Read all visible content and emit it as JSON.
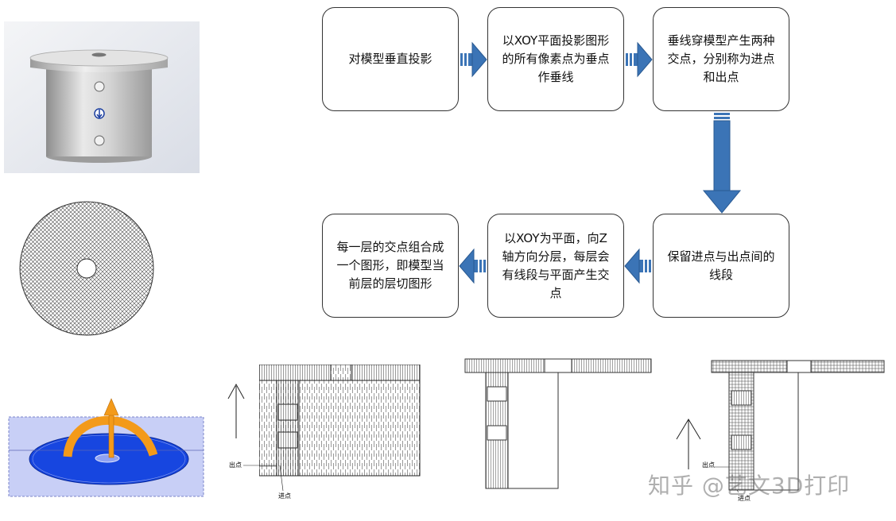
{
  "flow": {
    "step1": "对模型垂直投影",
    "step2": "以XOY平面投影图形\n的所有像素点为垂点\n作垂线",
    "step3": "垂线穿模型产生两种\n交点，分别称为进点\n和出点",
    "step4": "保留进点与出点间的\n线段",
    "step5": "以XOY为平面，向Z\n轴方向分层，每层会\n有线段与平面产生交\n点",
    "step6": "每一层的交点组合成\n一个图形，即模型当\n前层的层切图形"
  },
  "labels": {
    "exit_point_1": "出点",
    "entry_point_1": "进点",
    "exit_point_2": "出点",
    "entry_point_2": "进点"
  },
  "watermark": "知乎 @艺文3D打印",
  "colors": {
    "arrow_blue": "#3b74b6",
    "arrow_blue_dark": "#2a5a92",
    "plane_blue": "#1540d8",
    "orange": "#f39a1a"
  }
}
